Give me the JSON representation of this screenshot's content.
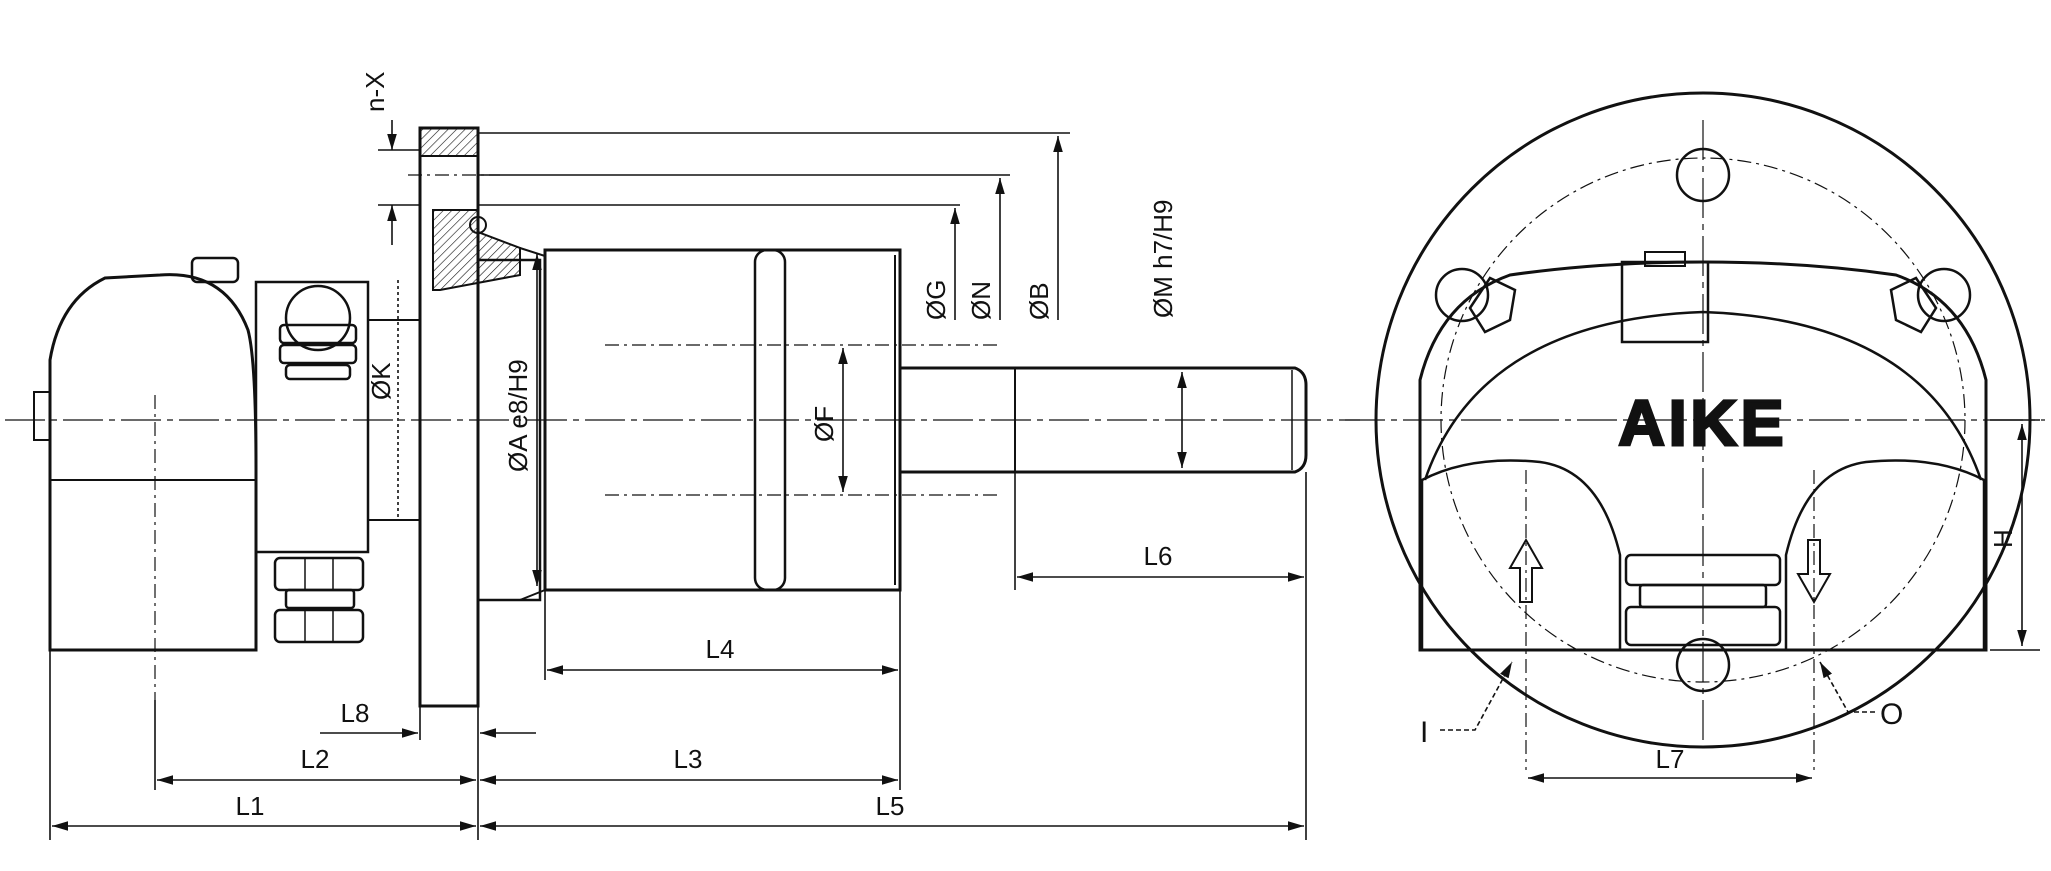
{
  "drawing": {
    "logo": "AIKE",
    "labels": {
      "nx": "n-X",
      "g": "ØG",
      "n": "ØN",
      "b": "ØB",
      "m": "ØM h7/H9",
      "k": "ØK",
      "a": "ØA e8/H9",
      "f": "ØF",
      "l1": "L1",
      "l2": "L2",
      "l3": "L3",
      "l4": "L4",
      "l5": "L5",
      "l6": "L6",
      "l7": "L7",
      "l8": "L8",
      "h": "H",
      "inlet": "I",
      "outlet": "O"
    }
  }
}
